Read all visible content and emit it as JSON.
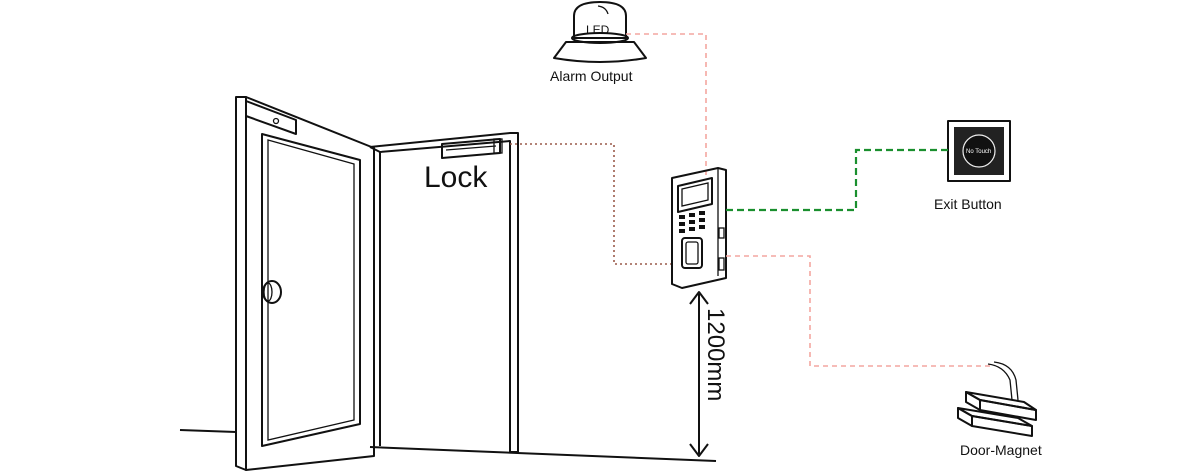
{
  "labels": {
    "led": "LED",
    "alarm_output": "Alarm Output",
    "lock": "Lock",
    "exit_button": "Exit Button",
    "no_touch": "No Touch",
    "height": "1200mm",
    "door_magnet": "Door-Magnet"
  },
  "colors": {
    "alarm_wire": "#f4a6a0",
    "exit_wire": "#1a8f2e",
    "lock_wire": "#9a5a4a",
    "sensor_wire": "#f4a6a0"
  }
}
